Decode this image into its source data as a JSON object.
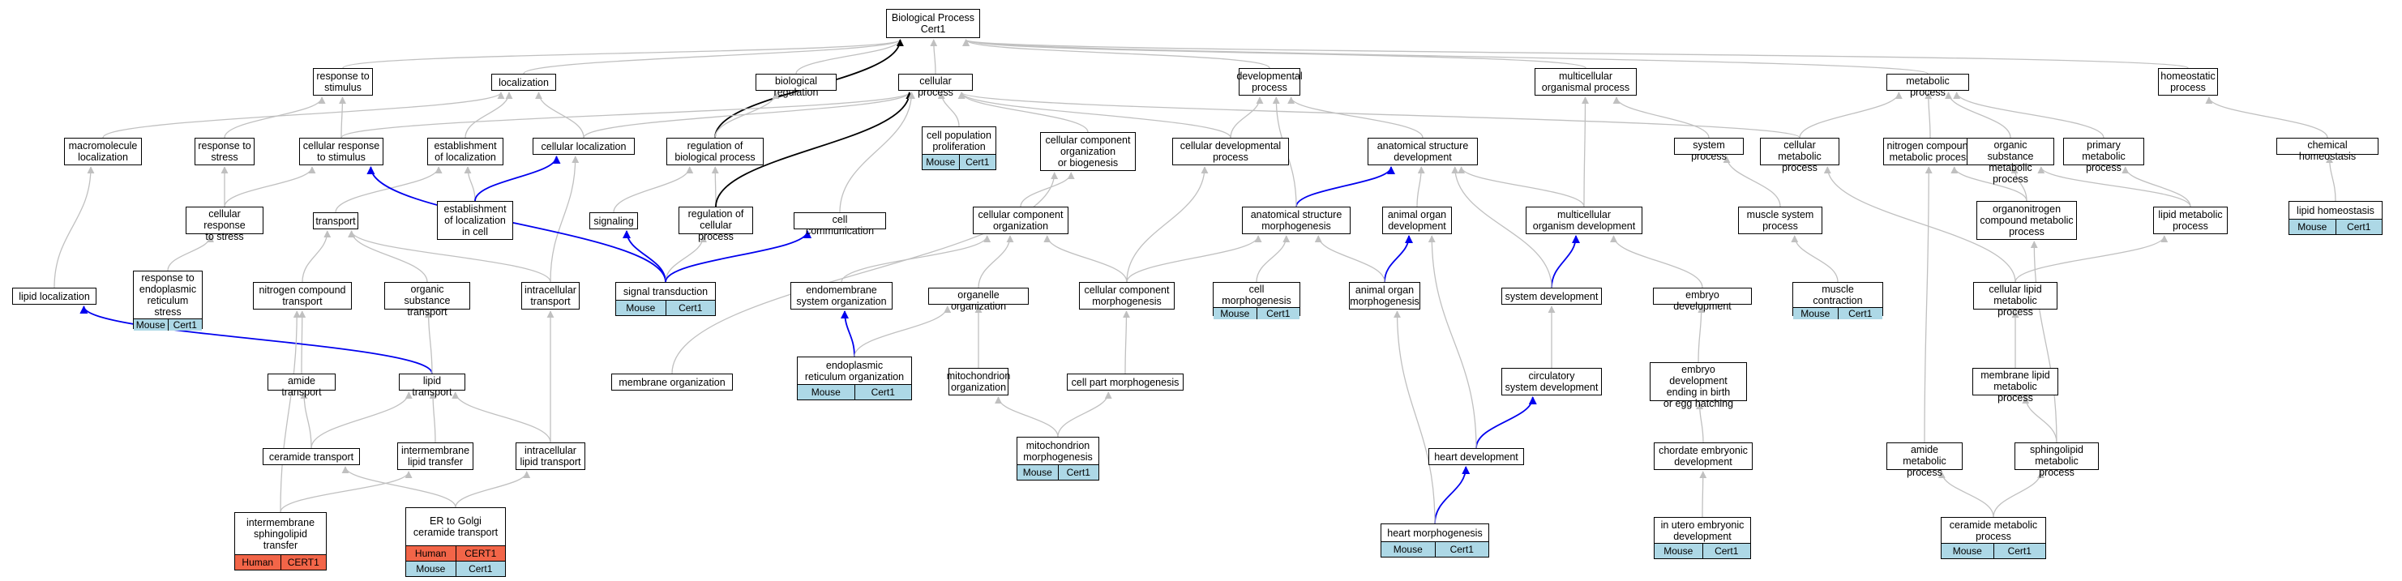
{
  "graph": {
    "title": "Biological Process Cert1",
    "nodes": [
      {
        "id": "root",
        "label": "Biological Process\nCert1"
      },
      {
        "id": "resp_stim",
        "label": "response to\nstimulus"
      },
      {
        "id": "localization",
        "label": "localization"
      },
      {
        "id": "bio_reg",
        "label": "biological regulation"
      },
      {
        "id": "cell_proc",
        "label": "cellular process"
      },
      {
        "id": "dev_proc",
        "label": "developmental\nprocess"
      },
      {
        "id": "multi_org",
        "label": "multicellular\norganismal process"
      },
      {
        "id": "metab_proc",
        "label": "metabolic process"
      },
      {
        "id": "homeo_proc",
        "label": "homeostatic\nprocess"
      },
      {
        "id": "macro_loc",
        "label": "macromolecule\nlocalization"
      },
      {
        "id": "resp_stress",
        "label": "response to\nstress"
      },
      {
        "id": "cell_resp_stim",
        "label": "cellular response\nto stimulus"
      },
      {
        "id": "estab_loc",
        "label": "establishment\nof localization"
      },
      {
        "id": "cell_loc",
        "label": "cellular localization"
      },
      {
        "id": "reg_bio",
        "label": "regulation of\nbiological process"
      },
      {
        "id": "cell_pop",
        "label": "cell population\nproliferation",
        "tags": [
          [
            "Mouse",
            "Cert1",
            "mouse"
          ]
        ]
      },
      {
        "id": "cell_comp_org_bio",
        "label": "cellular component\norganization\nor biogenesis"
      },
      {
        "id": "cell_dev",
        "label": "cellular developmental\nprocess"
      },
      {
        "id": "anat_dev",
        "label": "anatomical structure\ndevelopment"
      },
      {
        "id": "sys_proc",
        "label": "system process"
      },
      {
        "id": "cell_metab",
        "label": "cellular metabolic\nprocess"
      },
      {
        "id": "nitro_metab",
        "label": "nitrogen compound\nmetabolic process"
      },
      {
        "id": "org_sub_metab",
        "label": "organic substance\nmetabolic process"
      },
      {
        "id": "prim_metab",
        "label": "primary metabolic\nprocess"
      },
      {
        "id": "chem_homeo",
        "label": "chemical homeostasis"
      },
      {
        "id": "cell_resp_stress",
        "label": "cellular response\nto stress"
      },
      {
        "id": "transport",
        "label": "transport"
      },
      {
        "id": "estab_loc_cell",
        "label": "establishment\nof localization\nin cell"
      },
      {
        "id": "signaling",
        "label": "signaling"
      },
      {
        "id": "reg_cell",
        "label": "regulation of\ncellular process"
      },
      {
        "id": "cell_comm",
        "label": "cell communication"
      },
      {
        "id": "cell_comp_org",
        "label": "cellular component\norganization"
      },
      {
        "id": "anat_morph",
        "label": "anatomical structure\nmorphogenesis"
      },
      {
        "id": "animal_organ_dev",
        "label": "animal organ\ndevelopment"
      },
      {
        "id": "multi_org_dev",
        "label": "multicellular\norganism development"
      },
      {
        "id": "muscle_sys",
        "label": "muscle system\nprocess"
      },
      {
        "id": "organonitro",
        "label": "organonitrogen\ncompound metabolic\nprocess"
      },
      {
        "id": "lipid_metab",
        "label": "lipid metabolic\nprocess"
      },
      {
        "id": "lipid_homeo",
        "label": "lipid homeostasis",
        "tags": [
          [
            "Mouse",
            "Cert1",
            "mouse"
          ]
        ]
      },
      {
        "id": "lipid_loc",
        "label": "lipid localization"
      },
      {
        "id": "resp_er_stress",
        "label": "response to\nendoplasmic\nreticulum stress",
        "tags": [
          [
            "Mouse",
            "Cert1",
            "mouse"
          ]
        ]
      },
      {
        "id": "nitro_transport",
        "label": "nitrogen compound\ntransport"
      },
      {
        "id": "org_sub_transport",
        "label": "organic substance\ntransport"
      },
      {
        "id": "intra_transport",
        "label": "intracellular\ntransport"
      },
      {
        "id": "signal_trans",
        "label": "signal transduction",
        "tags": [
          [
            "Mouse",
            "Cert1",
            "mouse"
          ]
        ]
      },
      {
        "id": "endomem_org",
        "label": "endomembrane\nsystem organization"
      },
      {
        "id": "organelle_org",
        "label": "organelle organization"
      },
      {
        "id": "cell_comp_morph",
        "label": "cellular component\nmorphogenesis"
      },
      {
        "id": "cell_morph",
        "label": "cell morphogenesis",
        "tags": [
          [
            "Mouse",
            "Cert1",
            "mouse"
          ]
        ]
      },
      {
        "id": "animal_organ_morph",
        "label": "animal organ\nmorphogenesis"
      },
      {
        "id": "sys_dev",
        "label": "system development"
      },
      {
        "id": "embryo_dev",
        "label": "embryo development"
      },
      {
        "id": "muscle_contr",
        "label": "muscle contraction",
        "tags": [
          [
            "Mouse",
            "Cert1",
            "mouse"
          ]
        ]
      },
      {
        "id": "cell_lipid_metab",
        "label": "cellular lipid\nmetabolic process"
      },
      {
        "id": "amide_transport",
        "label": "amide transport"
      },
      {
        "id": "lipid_transport",
        "label": "lipid transport"
      },
      {
        "id": "membrane_org",
        "label": "membrane organization"
      },
      {
        "id": "er_org",
        "label": "endoplasmic\nreticulum organization",
        "tags": [
          [
            "Mouse",
            "Cert1",
            "mouse"
          ]
        ]
      },
      {
        "id": "mito_org",
        "label": "mitochondrion\norganization"
      },
      {
        "id": "cell_part_morph",
        "label": "cell part morphogenesis"
      },
      {
        "id": "circ_sys_dev",
        "label": "circulatory\nsystem development"
      },
      {
        "id": "embryo_dev_birth",
        "label": "embryo development\nending in birth\nor egg hatching"
      },
      {
        "id": "memb_lipid_metab",
        "label": "membrane lipid\nmetabolic process"
      },
      {
        "id": "ceramide_transport",
        "label": "ceramide transport"
      },
      {
        "id": "intermem_lipid_transfer",
        "label": "intermembrane\nlipid transfer"
      },
      {
        "id": "intra_lipid_transport",
        "label": "intracellular\nlipid transport"
      },
      {
        "id": "mito_morph",
        "label": "mitochondrion\nmorphogenesis",
        "tags": [
          [
            "Mouse",
            "Cert1",
            "mouse"
          ]
        ]
      },
      {
        "id": "heart_dev",
        "label": "heart development"
      },
      {
        "id": "chordate_embryo",
        "label": "chordate embryonic\ndevelopment"
      },
      {
        "id": "amide_metab",
        "label": "amide metabolic\nprocess"
      },
      {
        "id": "sphingolipid_metab",
        "label": "sphingolipid\nmetabolic process"
      },
      {
        "id": "intermem_sphingo",
        "label": "intermembrane\nsphingolipid\ntransfer",
        "tags": [
          [
            "Human",
            "CERT1",
            "human"
          ]
        ]
      },
      {
        "id": "er_golgi_ceramide",
        "label": "ER to Golgi\nceramide transport",
        "tags": [
          [
            "Human",
            "CERT1",
            "human"
          ],
          [
            "Mouse",
            "Cert1",
            "mouse"
          ]
        ]
      },
      {
        "id": "heart_morph",
        "label": "heart morphogenesis",
        "tags": [
          [
            "Mouse",
            "Cert1",
            "mouse"
          ]
        ]
      },
      {
        "id": "in_utero",
        "label": "in utero embryonic\ndevelopment",
        "tags": [
          [
            "Mouse",
            "Cert1",
            "mouse"
          ]
        ]
      },
      {
        "id": "ceramide_metab",
        "label": "ceramide metabolic\nprocess",
        "tags": [
          [
            "Mouse",
            "Cert1",
            "mouse"
          ]
        ]
      }
    ],
    "edges": [
      [
        "resp_stim",
        "root",
        "gray"
      ],
      [
        "localization",
        "root",
        "gray"
      ],
      [
        "bio_reg",
        "root",
        "gray"
      ],
      [
        "cell_proc",
        "root",
        "gray"
      ],
      [
        "dev_proc",
        "root",
        "gray"
      ],
      [
        "multi_org",
        "root",
        "gray"
      ],
      [
        "metab_proc",
        "root",
        "gray"
      ],
      [
        "homeo_proc",
        "root",
        "gray"
      ],
      [
        "reg_bio",
        "root",
        "black"
      ],
      [
        "macro_loc",
        "localization",
        "gray"
      ],
      [
        "resp_stress",
        "resp_stim",
        "gray"
      ],
      [
        "cell_resp_stim",
        "resp_stim",
        "gray"
      ],
      [
        "cell_resp_stim",
        "cell_proc",
        "gray"
      ],
      [
        "estab_loc",
        "localization",
        "gray"
      ],
      [
        "cell_loc",
        "localization",
        "gray"
      ],
      [
        "cell_loc",
        "cell_proc",
        "gray"
      ],
      [
        "reg_bio",
        "bio_reg",
        "gray"
      ],
      [
        "cell_pop",
        "cell_proc",
        "gray"
      ],
      [
        "cell_comp_org_bio",
        "cell_proc",
        "gray"
      ],
      [
        "cell_dev",
        "cell_proc",
        "gray"
      ],
      [
        "cell_dev",
        "dev_proc",
        "gray"
      ],
      [
        "anat_dev",
        "dev_proc",
        "gray"
      ],
      [
        "sys_proc",
        "multi_org",
        "gray"
      ],
      [
        "cell_metab",
        "cell_proc",
        "gray"
      ],
      [
        "cell_metab",
        "metab_proc",
        "gray"
      ],
      [
        "nitro_metab",
        "metab_proc",
        "gray"
      ],
      [
        "org_sub_metab",
        "metab_proc",
        "gray"
      ],
      [
        "prim_metab",
        "metab_proc",
        "gray"
      ],
      [
        "chem_homeo",
        "homeo_proc",
        "gray"
      ],
      [
        "cell_resp_stress",
        "resp_stress",
        "gray"
      ],
      [
        "cell_resp_stress",
        "cell_resp_stim",
        "gray"
      ],
      [
        "transport",
        "estab_loc",
        "gray"
      ],
      [
        "estab_loc_cell",
        "estab_loc",
        "gray"
      ],
      [
        "estab_loc_cell",
        "cell_loc",
        "blue"
      ],
      [
        "signaling",
        "reg_bio",
        "gray"
      ],
      [
        "reg_cell",
        "reg_bio",
        "gray"
      ],
      [
        "reg_cell",
        "cell_proc",
        "black"
      ],
      [
        "cell_comm",
        "cell_proc",
        "gray"
      ],
      [
        "cell_comp_org",
        "cell_comp_org_bio",
        "gray"
      ],
      [
        "anat_morph",
        "anat_dev",
        "blue"
      ],
      [
        "anat_morph",
        "dev_proc",
        "gray"
      ],
      [
        "animal_organ_dev",
        "anat_dev",
        "gray"
      ],
      [
        "multi_org_dev",
        "anat_dev",
        "gray"
      ],
      [
        "multi_org_dev",
        "multi_org",
        "gray"
      ],
      [
        "muscle_sys",
        "sys_proc",
        "gray"
      ],
      [
        "organonitro",
        "nitro_metab",
        "gray"
      ],
      [
        "organonitro",
        "org_sub_metab",
        "gray"
      ],
      [
        "lipid_metab",
        "org_sub_metab",
        "gray"
      ],
      [
        "lipid_metab",
        "prim_metab",
        "gray"
      ],
      [
        "lipid_homeo",
        "chem_homeo",
        "gray"
      ],
      [
        "lipid_loc",
        "macro_loc",
        "gray"
      ],
      [
        "resp_er_stress",
        "cell_resp_stress",
        "gray"
      ],
      [
        "nitro_transport",
        "transport",
        "gray"
      ],
      [
        "org_sub_transport",
        "transport",
        "gray"
      ],
      [
        "intra_transport",
        "transport",
        "gray"
      ],
      [
        "intra_transport",
        "cell_loc",
        "gray"
      ],
      [
        "signal_trans",
        "signaling",
        "blue"
      ],
      [
        "signal_trans",
        "cell_resp_stim",
        "blue"
      ],
      [
        "signal_trans",
        "reg_cell",
        "gray"
      ],
      [
        "signal_trans",
        "cell_comm",
        "blue"
      ],
      [
        "endomem_org",
        "cell_comp_org",
        "gray"
      ],
      [
        "organelle_org",
        "cell_comp_org",
        "gray"
      ],
      [
        "cell_comp_morph",
        "cell_comp_org",
        "gray"
      ],
      [
        "cell_comp_morph",
        "anat_morph",
        "gray"
      ],
      [
        "cell_comp_morph",
        "cell_dev",
        "gray"
      ],
      [
        "cell_morph",
        "anat_morph",
        "gray"
      ],
      [
        "animal_organ_morph",
        "animal_organ_dev",
        "blue"
      ],
      [
        "animal_organ_morph",
        "anat_morph",
        "gray"
      ],
      [
        "sys_dev",
        "multi_org_dev",
        "blue"
      ],
      [
        "sys_dev",
        "anat_dev",
        "gray"
      ],
      [
        "embryo_dev",
        "multi_org_dev",
        "gray"
      ],
      [
        "muscle_contr",
        "muscle_sys",
        "gray"
      ],
      [
        "cell_lipid_metab",
        "lipid_metab",
        "gray"
      ],
      [
        "cell_lipid_metab",
        "cell_metab",
        "gray"
      ],
      [
        "amide_transport",
        "nitro_transport",
        "gray"
      ],
      [
        "lipid_transport",
        "lipid_loc",
        "blue"
      ],
      [
        "lipid_transport",
        "org_sub_transport",
        "gray"
      ],
      [
        "membrane_org",
        "cell_comp_org_bio",
        "gray"
      ],
      [
        "er_org",
        "endomem_org",
        "blue"
      ],
      [
        "er_org",
        "organelle_org",
        "gray"
      ],
      [
        "mito_org",
        "organelle_org",
        "gray"
      ],
      [
        "cell_part_morph",
        "cell_comp_morph",
        "gray"
      ],
      [
        "circ_sys_dev",
        "sys_dev",
        "gray"
      ],
      [
        "embryo_dev_birth",
        "embryo_dev",
        "gray"
      ],
      [
        "memb_lipid_metab",
        "cell_lipid_metab",
        "gray"
      ],
      [
        "ceramide_transport",
        "amide_transport",
        "gray"
      ],
      [
        "ceramide_transport",
        "lipid_transport",
        "gray"
      ],
      [
        "intermem_lipid_transfer",
        "lipid_transport",
        "gray"
      ],
      [
        "intra_lipid_transport",
        "lipid_transport",
        "gray"
      ],
      [
        "intra_lipid_transport",
        "intra_transport",
        "gray"
      ],
      [
        "mito_morph",
        "mito_org",
        "gray"
      ],
      [
        "mito_morph",
        "cell_part_morph",
        "gray"
      ],
      [
        "heart_dev",
        "circ_sys_dev",
        "blue"
      ],
      [
        "heart_dev",
        "animal_organ_dev",
        "gray"
      ],
      [
        "chordate_embryo",
        "embryo_dev_birth",
        "gray"
      ],
      [
        "amide_metab",
        "nitro_metab",
        "gray"
      ],
      [
        "sphingolipid_metab",
        "memb_lipid_metab",
        "gray"
      ],
      [
        "sphingolipid_metab",
        "organonitro",
        "gray"
      ],
      [
        "intermem_sphingo",
        "intermem_lipid_transfer",
        "gray"
      ],
      [
        "intermem_sphingo",
        "nitro_transport",
        "gray"
      ],
      [
        "er_golgi_ceramide",
        "ceramide_transport",
        "gray"
      ],
      [
        "er_golgi_ceramide",
        "intra_lipid_transport",
        "gray"
      ],
      [
        "heart_morph",
        "heart_dev",
        "blue"
      ],
      [
        "heart_morph",
        "animal_organ_morph",
        "gray"
      ],
      [
        "in_utero",
        "chordate_embryo",
        "gray"
      ],
      [
        "ceramide_metab",
        "amide_metab",
        "gray"
      ],
      [
        "ceramide_metab",
        "sphingolipid_metab",
        "gray"
      ]
    ]
  }
}
